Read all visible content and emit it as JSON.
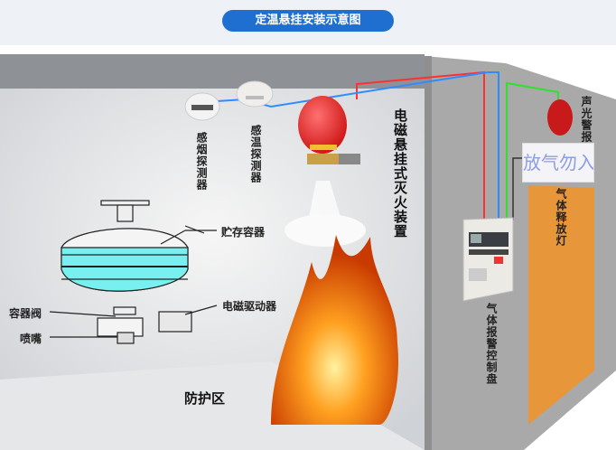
{
  "title": "定温悬挂安装示意图",
  "labels": {
    "smoke_detector": "感烟探测器",
    "heat_detector": "感温探测器",
    "suspended_extinguisher": "电磁悬挂式灭火装置",
    "storage_container": "贮存容器",
    "container_valve": "容器阀",
    "nozzle": "喷嘴",
    "solenoid_driver": "电磁驱动器",
    "protected_zone": "防护区",
    "control_panel": "气体报警控制盘",
    "sound_light_alarm": "声光警报器",
    "release_lamp": "气体释放灯",
    "sign_text": "放气勿入"
  },
  "colors": {
    "title_bg": "#1f6fd1",
    "wall": "#a9a9a9",
    "door": "#e8963a",
    "tank": "#78f0f0",
    "wire_red": "#ff3030",
    "wire_blue": "#2f8cff",
    "wire_green": "#30e030"
  }
}
